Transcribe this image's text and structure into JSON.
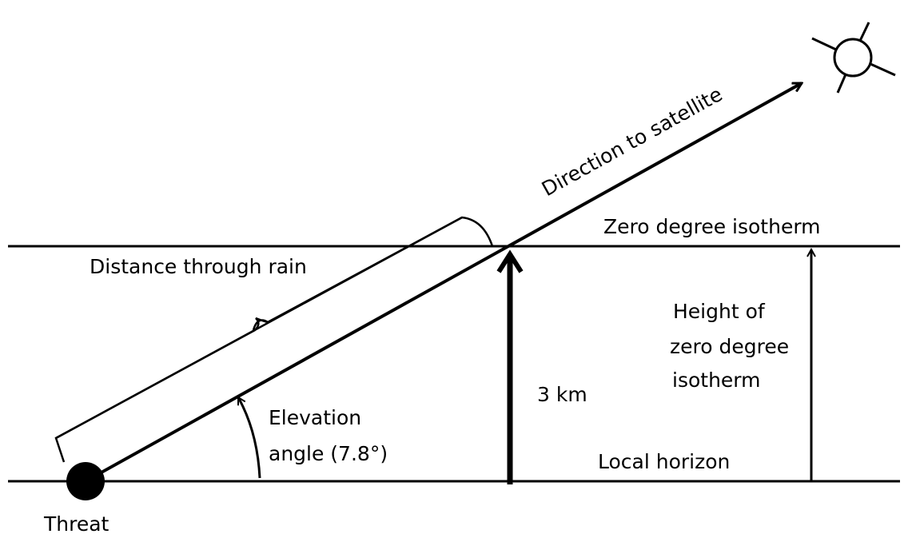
{
  "labels": {
    "direction": "Direction to satellite",
    "isotherm": "Zero degree isotherm",
    "distance": "Distance through rain",
    "height_line1": "Height of",
    "height_line2": "zero degree",
    "height_line3": "isotherm",
    "three_km": "3 km",
    "elevation_line1": "Elevation",
    "elevation_line2": "angle (7.8°)",
    "horizon": "Local horizon",
    "threat": "Threat"
  },
  "colors": {
    "stroke": "#000000",
    "background": "#ffffff"
  }
}
